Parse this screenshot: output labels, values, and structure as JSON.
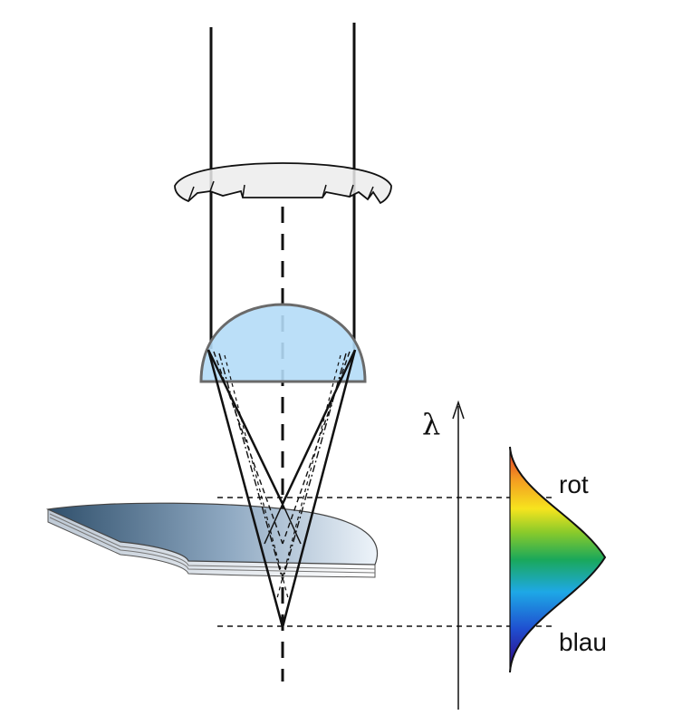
{
  "labels": {
    "wavelength_axis": "λ",
    "red": "rot",
    "blue": "blau"
  },
  "colors": {
    "lens_fill": "#b4dcf7",
    "lens_stroke": "#6a6a6a",
    "fresnel_fill": "#ececec",
    "sample_dark": "#2f4f6b",
    "sample_light": "#eef4fa",
    "ray": "#111111",
    "spectrum": [
      "#3a0a70",
      "#1f4fd0",
      "#1ea8e6",
      "#1aa85a",
      "#8ccb2a",
      "#f6e41e",
      "#f39a21",
      "#e0262a"
    ]
  }
}
